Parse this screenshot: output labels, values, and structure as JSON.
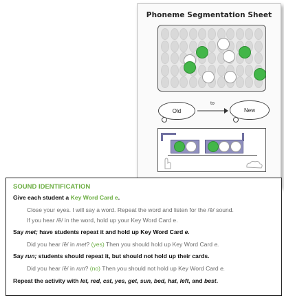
{
  "sheet": {
    "title": "Phoneme Segmentation Sheet",
    "cloud_left": "Old",
    "arrow_label": "to",
    "cloud_right": "New"
  },
  "instructions": {
    "heading": "SOUND IDENTIFICATION",
    "line1_prefix": "Give each student a ",
    "line1_highlight": "Key Word Card e",
    "line1_suffix": ".",
    "para1_line1": "Close your eyes. I will say a word. Repeat the word and listen for the /ĕ/ sound.",
    "para1_line2": "If you hear /ĕ/ in the word, hold up your Key Word Card e.",
    "line3_a": "Say ",
    "line3_word": "met;",
    "line3_b": " have students repeat it and hold up Key Word Card ",
    "line3_card": "e.",
    "q1_a": "Did you hear /ĕ/ in ",
    "q1_word": "met",
    "q1_b": "? ",
    "q1_answer": "(yes)",
    "q1_c": " Then you should hold up Key Word Card ",
    "q1_card": "e.",
    "line5_a": "Say ",
    "line5_word": "run;",
    "line5_b": " students should repeat it, but should not hold up their cards.",
    "q2_a": "Did you hear /ĕ/ in ",
    "q2_word": "run",
    "q2_b": "? ",
    "q2_answer": "(no)",
    "q2_c": " Then you should not hold up Key Word Card ",
    "q2_card": "e.",
    "last_a": "Repeat the activity with ",
    "last_words": "let, red, cat, yes, get, sun, bed, hat, left,",
    "last_b": " and ",
    "last_word_end": "best",
    "last_c": "."
  },
  "colors": {
    "accent_green": "#6cae43",
    "chip_green": "#43b649",
    "board_purple": "#8f8fbf"
  }
}
